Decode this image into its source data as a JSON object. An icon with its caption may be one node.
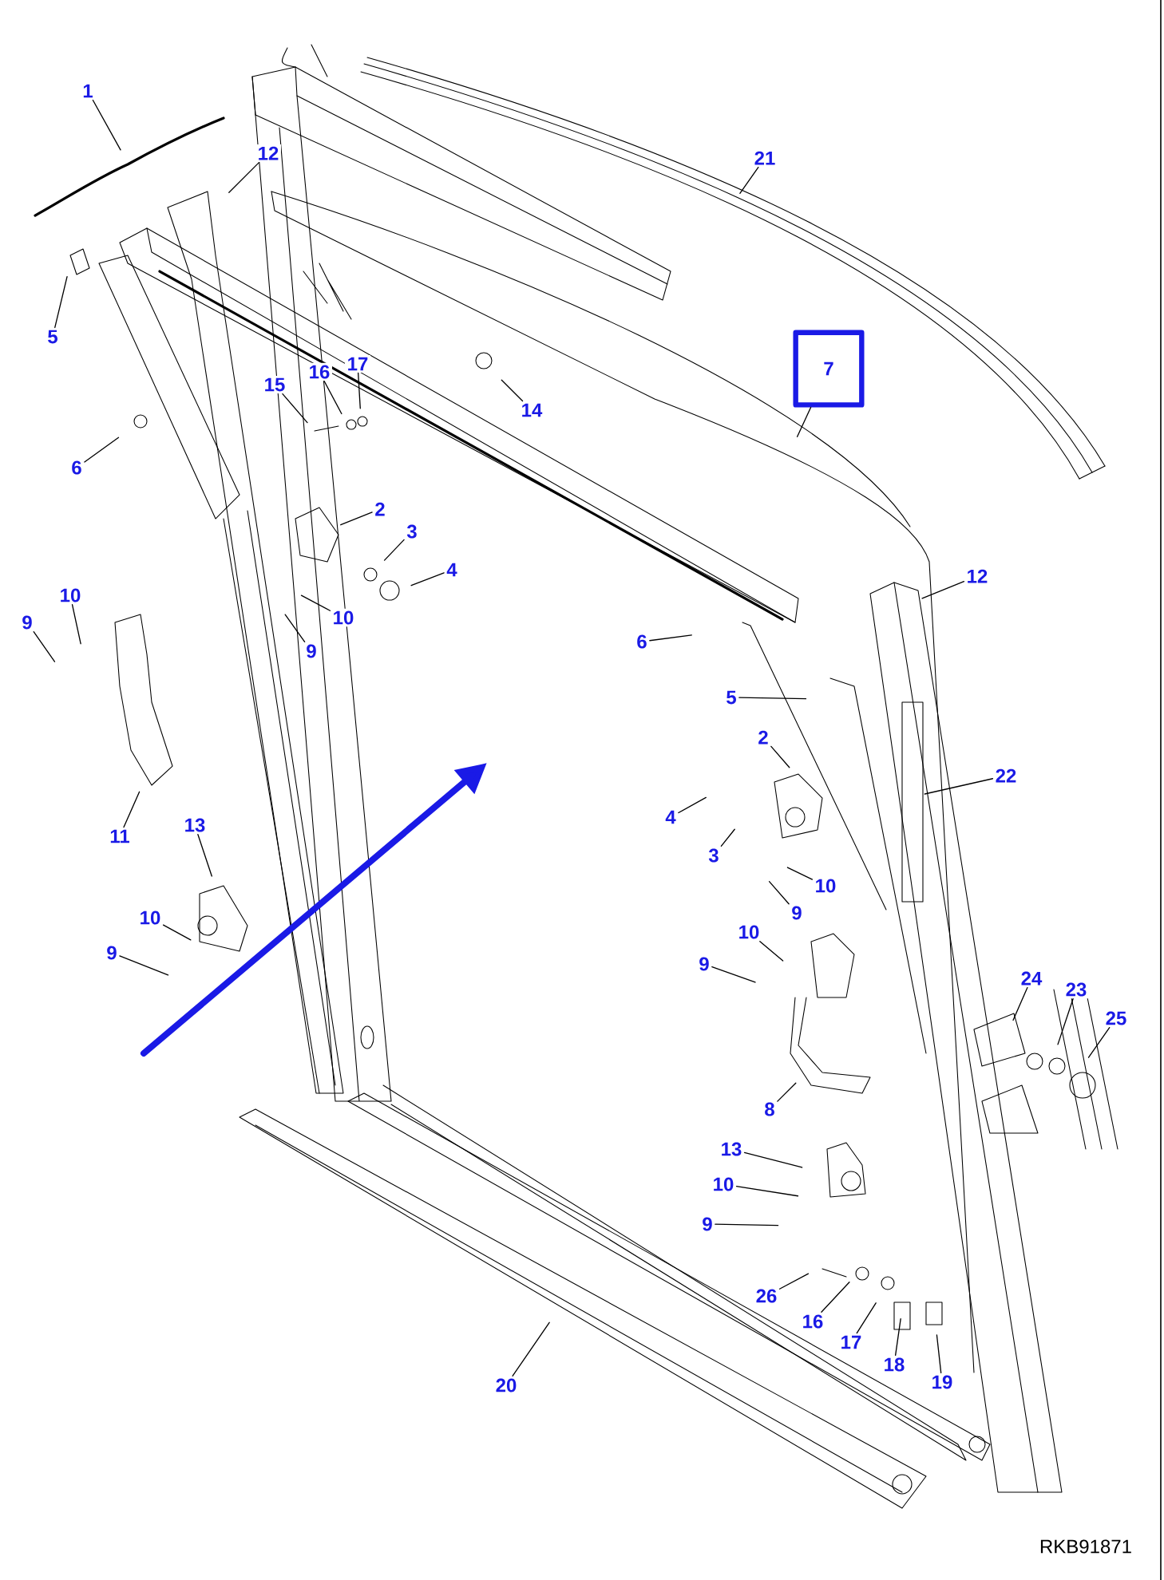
{
  "diagram": {
    "nodes": [
      {
        "text": [
          "1"
        ]
      },
      {
        "text": [
          "12"
        ]
      },
      {
        "text": [
          "21"
        ]
      },
      {
        "text": [
          "5"
        ]
      },
      {
        "text": [
          "7"
        ]
      },
      {
        "text": [
          "16"
        ]
      },
      {
        "text": [
          "17"
        ]
      },
      {
        "text": [
          "15"
        ]
      },
      {
        "text": [
          "14"
        ]
      },
      {
        "text": [
          "6"
        ]
      },
      {
        "text": [
          "2"
        ]
      },
      {
        "text": [
          "3"
        ]
      },
      {
        "text": [
          "4"
        ]
      },
      {
        "text": [
          "12"
        ]
      },
      {
        "text": [
          "10"
        ]
      },
      {
        "text": [
          "9"
        ]
      },
      {
        "text": [
          "10"
        ]
      },
      {
        "text": [
          "9"
        ]
      },
      {
        "text": [
          "6"
        ]
      },
      {
        "text": [
          "5"
        ]
      },
      {
        "text": [
          "2"
        ]
      },
      {
        "text": [
          "22"
        ]
      },
      {
        "text": [
          "11"
        ]
      },
      {
        "text": [
          "4"
        ]
      },
      {
        "text": [
          "13"
        ]
      },
      {
        "text": [
          "3"
        ]
      },
      {
        "text": [
          "10"
        ]
      },
      {
        "text": [
          "9"
        ]
      },
      {
        "text": [
          "10"
        ]
      },
      {
        "text": [
          "10"
        ]
      },
      {
        "text": [
          "9"
        ]
      },
      {
        "text": [
          "9"
        ]
      },
      {
        "text": [
          "24"
        ]
      },
      {
        "text": [
          "23"
        ]
      },
      {
        "text": [
          "25"
        ]
      },
      {
        "text": [
          "8"
        ]
      },
      {
        "text": [
          "13"
        ]
      },
      {
        "text": [
          "10"
        ]
      },
      {
        "text": [
          "9"
        ]
      },
      {
        "text": [
          "26"
        ]
      },
      {
        "text": [
          "16"
        ]
      },
      {
        "text": [
          "17"
        ]
      },
      {
        "text": [
          "18"
        ]
      },
      {
        "text": [
          "20"
        ]
      },
      {
        "text": [
          "19"
        ]
      }
    ],
    "edges": [
      {
        "from": 0,
        "to": null,
        "arrow": "none"
      },
      {
        "from": 1,
        "to": null,
        "arrow": "none"
      },
      {
        "from": 2,
        "to": null,
        "arrow": "none"
      },
      {
        "from": 3,
        "to": null,
        "arrow": "none"
      },
      {
        "from": 4,
        "to": null,
        "arrow": "none"
      },
      {
        "from": 5,
        "to": null,
        "arrow": "none"
      },
      {
        "from": 6,
        "to": null,
        "arrow": "none"
      },
      {
        "from": 7,
        "to": null,
        "arrow": "none"
      },
      {
        "from": 8,
        "to": null,
        "arrow": "none"
      },
      {
        "from": 9,
        "to": null,
        "arrow": "none"
      },
      {
        "from": 10,
        "to": null,
        "arrow": "none"
      },
      {
        "from": 11,
        "to": null,
        "arrow": "none"
      },
      {
        "from": 12,
        "to": null,
        "arrow": "none"
      },
      {
        "from": 13,
        "to": null,
        "arrow": "none"
      },
      {
        "from": 14,
        "to": null,
        "arrow": "none"
      },
      {
        "from": 15,
        "to": null,
        "arrow": "none"
      },
      {
        "from": 16,
        "to": null,
        "arrow": "none"
      },
      {
        "from": 17,
        "to": null,
        "arrow": "none"
      },
      {
        "from": 18,
        "to": null,
        "arrow": "none"
      },
      {
        "from": 19,
        "to": null,
        "arrow": "none"
      },
      {
        "from": 20,
        "to": null,
        "arrow": "none"
      },
      {
        "from": 21,
        "to": null,
        "arrow": "none"
      },
      {
        "from": 22,
        "to": null,
        "arrow": "none"
      },
      {
        "from": 23,
        "to": null,
        "arrow": "none"
      },
      {
        "from": 24,
        "to": null,
        "arrow": "none"
      },
      {
        "from": 25,
        "to": null,
        "arrow": "none"
      },
      {
        "from": 26,
        "to": null,
        "arrow": "none"
      },
      {
        "from": 27,
        "to": null,
        "arrow": "none"
      },
      {
        "from": 28,
        "to": null,
        "arrow": "none"
      },
      {
        "from": 29,
        "to": null,
        "arrow": "none"
      },
      {
        "from": 30,
        "to": null,
        "arrow": "none"
      },
      {
        "from": 31,
        "to": null,
        "arrow": "none"
      },
      {
        "from": 32,
        "to": null,
        "arrow": "none"
      },
      {
        "from": 33,
        "to": null,
        "arrow": "none"
      },
      {
        "from": 34,
        "to": null,
        "arrow": "none"
      },
      {
        "from": 35,
        "to": null,
        "arrow": "none"
      },
      {
        "from": 36,
        "to": null,
        "arrow": "none"
      },
      {
        "from": 37,
        "to": null,
        "arrow": "none"
      },
      {
        "from": 38,
        "to": null,
        "arrow": "none"
      },
      {
        "from": 39,
        "to": null,
        "arrow": "none"
      },
      {
        "from": 40,
        "to": null,
        "arrow": "none"
      },
      {
        "from": 41,
        "to": null,
        "arrow": "none"
      },
      {
        "from": 42,
        "to": null,
        "arrow": "none"
      },
      {
        "from": 43,
        "to": null,
        "arrow": "none"
      },
      {
        "from": 44,
        "to": null,
        "arrow": "none"
      }
    ],
    "labels": [
      "RKB91871"
    ]
  }
}
